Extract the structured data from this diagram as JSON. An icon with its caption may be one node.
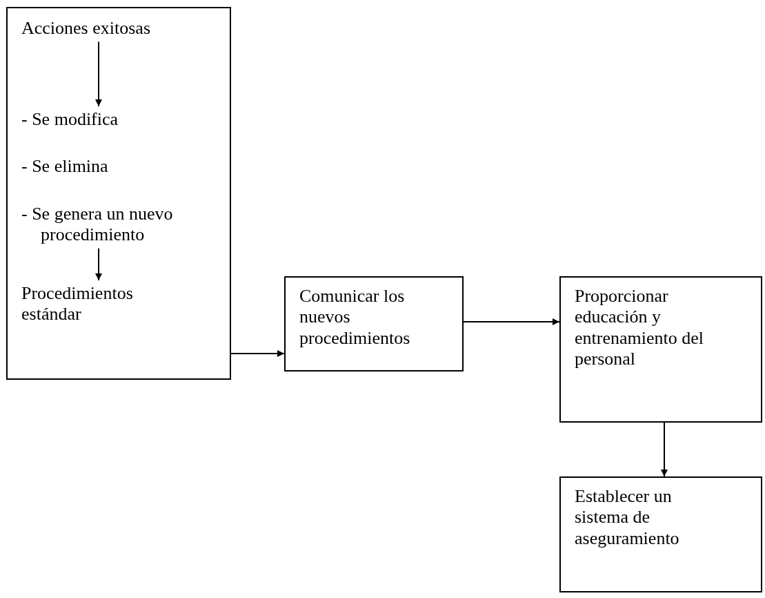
{
  "diagram": {
    "nodes": [
      {
        "text": [],
        "shape": "box"
      },
      {
        "text": [
          "Acciones exitosas"
        ],
        "in": 0
      },
      {
        "text": [
          "- Se modifica",
          "- Se elimina",
          "- Se genera un nuevo procedimiento"
        ],
        "in": 0
      },
      {
        "text": [
          "Procedimientos estándar"
        ],
        "in": 0
      },
      {
        "text": [
          "Comunicar los nuevos procedimientos"
        ]
      },
      {
        "text": [
          "Proporcionar educación y entrenamiento del personal"
        ]
      },
      {
        "text": [
          "Establecer un sistema de aseguramiento"
        ]
      }
    ],
    "edges": [
      {
        "from": 1,
        "to": 2,
        "arrow": "to"
      },
      {
        "from": 2,
        "to": 3,
        "arrow": "to"
      },
      {
        "from": 0,
        "to": 4,
        "arrow": "to"
      },
      {
        "from": 4,
        "to": 5,
        "arrow": "to"
      },
      {
        "from": 5,
        "to": 6,
        "arrow": "to"
      }
    ]
  }
}
